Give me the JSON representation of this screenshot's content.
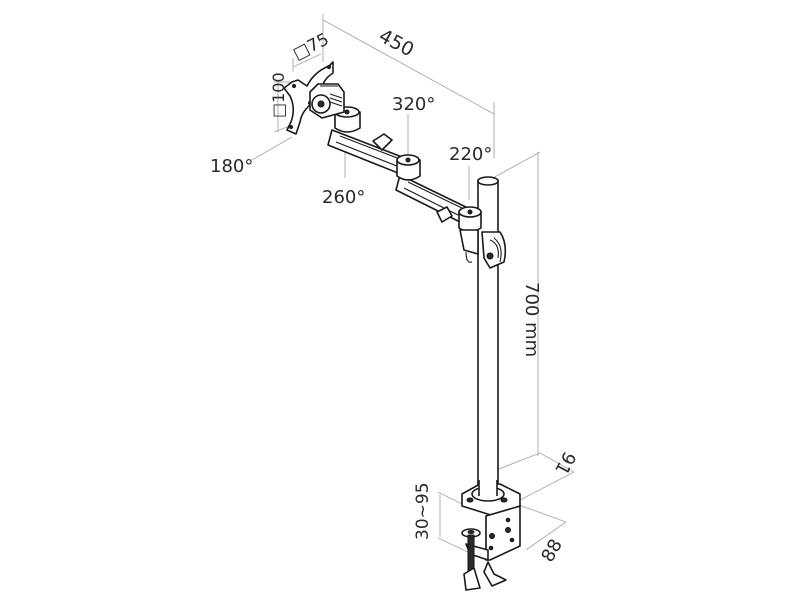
{
  "diagram": {
    "subject": "single monitor desk mount arm with pole and desk clamp",
    "dimensions": {
      "vesa_width": "□75",
      "vesa_height": "□100",
      "arm_reach": "450",
      "pole_height": "700 mm",
      "clamp_depth": "91",
      "clamp_width": "88",
      "clamp_range": "30~95"
    },
    "rotations": {
      "head": "180°",
      "joint_1": "260°",
      "joint_2": "320°",
      "joint_3": "220°"
    },
    "colors": {
      "line": "#1a1a1a",
      "dimension_line": "#a8a8a8",
      "text": "#2a2a2a",
      "background": "#ffffff"
    }
  }
}
